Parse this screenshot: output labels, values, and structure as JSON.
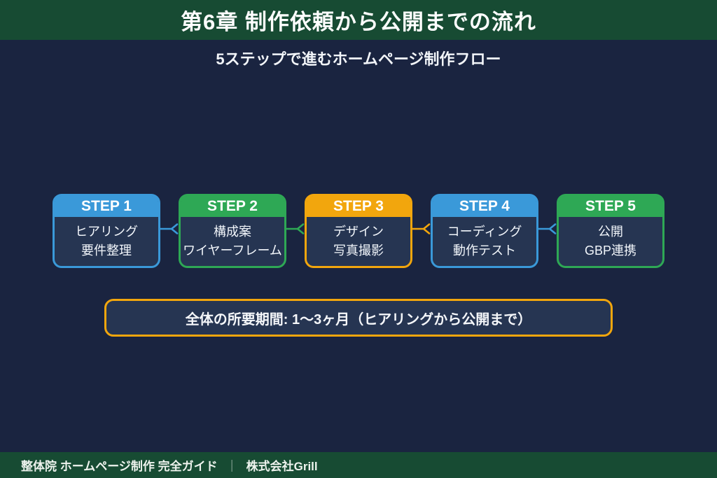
{
  "header": {
    "title": "第6章 制作依頼から公開までの流れ"
  },
  "subtitle": "5ステップで進むホームページ制作フロー",
  "steps": [
    {
      "label": "STEP 1",
      "line1": "ヒアリング",
      "line2": "要件整理",
      "color": "#3a99d9"
    },
    {
      "label": "STEP 2",
      "line1": "構成案",
      "line2": "ワイヤーフレーム",
      "color": "#2ea855"
    },
    {
      "label": "STEP 3",
      "line1": "デザイン",
      "line2": "写真撮影",
      "color": "#f2a60d"
    },
    {
      "label": "STEP 4",
      "line1": "コーディング",
      "line2": "動作テスト",
      "color": "#3a99d9"
    },
    {
      "label": "STEP 5",
      "line1": "公開",
      "line2": "GBP連携",
      "color": "#2ea855"
    }
  ],
  "duration_note": "全体の所要期間: 1〜3ヶ月（ヒアリングから公開まで）",
  "footer": {
    "left": "整体院 ホームページ制作 完全ガイド",
    "separator": "｜",
    "right": "株式会社Grill"
  },
  "colors": {
    "page-bg": "#1a2440",
    "band-green": "#174b33",
    "card-bg": "#263552",
    "accent-blue": "#3a99d9",
    "accent-green": "#2ea855",
    "accent-orange": "#f2a60d",
    "text-white": "#f4f7fb"
  }
}
